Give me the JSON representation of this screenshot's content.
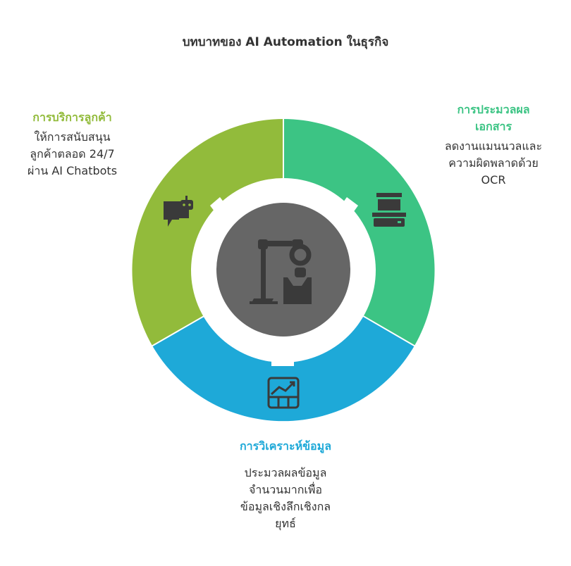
{
  "title": "บทบาทของ AI Automation ในธุรกิจ",
  "colors": {
    "customer": "#92bb3b",
    "document": "#3cc484",
    "analysis": "#1ea9d8",
    "center": "#666666",
    "icon": "#3a3a3a"
  },
  "segments": [
    {
      "heading_lines": [
        "การบริการลูกค้า"
      ],
      "body_lines": [
        "ให้การสนับสนุน",
        "ลูกค้าตลอด 24/7",
        "ผ่าน AI Chatbots"
      ],
      "icon": "chatbot-icon"
    },
    {
      "heading_lines": [
        "การประมวลผล",
        "เอกสาร"
      ],
      "body_lines": [
        "ลดงานแมนนวลและ",
        "ความผิดพลาดด้วย",
        "OCR"
      ],
      "icon": "scanner-icon"
    },
    {
      "heading_lines": [
        "การวิเคราะห์ข้อมูล"
      ],
      "body_lines": [
        "ประมวลผลข้อมูล",
        "จำนวนมากเพื่อ",
        "ข้อมูลเชิงลึกเชิงกล",
        "ยุทธ์"
      ],
      "icon": "chart-icon"
    }
  ],
  "center_icon": "robot-arm-icon"
}
